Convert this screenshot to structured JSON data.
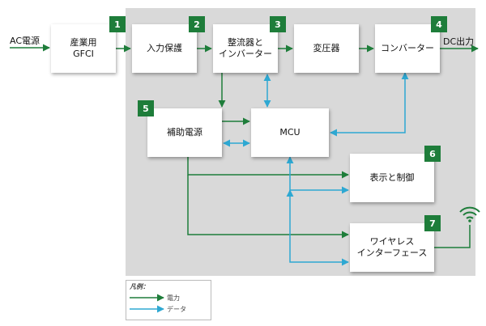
{
  "colors": {
    "power": "#1e7d3a",
    "data": "#2ea8d2",
    "panel": "#d9d9d9",
    "badge": "#1e7d3a"
  },
  "inputs": {
    "ac_in": "AC電源",
    "dc_out": "DC出力"
  },
  "blocks": {
    "gfci": {
      "label": "産業用\nGFCI",
      "badge": "1"
    },
    "input_protection": {
      "label": "入力保護",
      "badge": "2"
    },
    "rectifier_inverter": {
      "label": "整流器と\nインバーター",
      "badge": "3"
    },
    "transformer": {
      "label": "変圧器"
    },
    "converter": {
      "label": "コンバーター",
      "badge": "4"
    },
    "aux_power": {
      "label": "補助電源",
      "badge": "5"
    },
    "mcu": {
      "label": "MCU"
    },
    "display_control": {
      "label": "表示と制御",
      "badge": "6"
    },
    "wireless_interface": {
      "label": "ワイヤレス\nインターフェース",
      "badge": "7"
    }
  },
  "legend": {
    "title": "凡例：",
    "power": "電力",
    "data": "データ"
  },
  "icons": {
    "wireless": "wireless-signal-icon"
  }
}
